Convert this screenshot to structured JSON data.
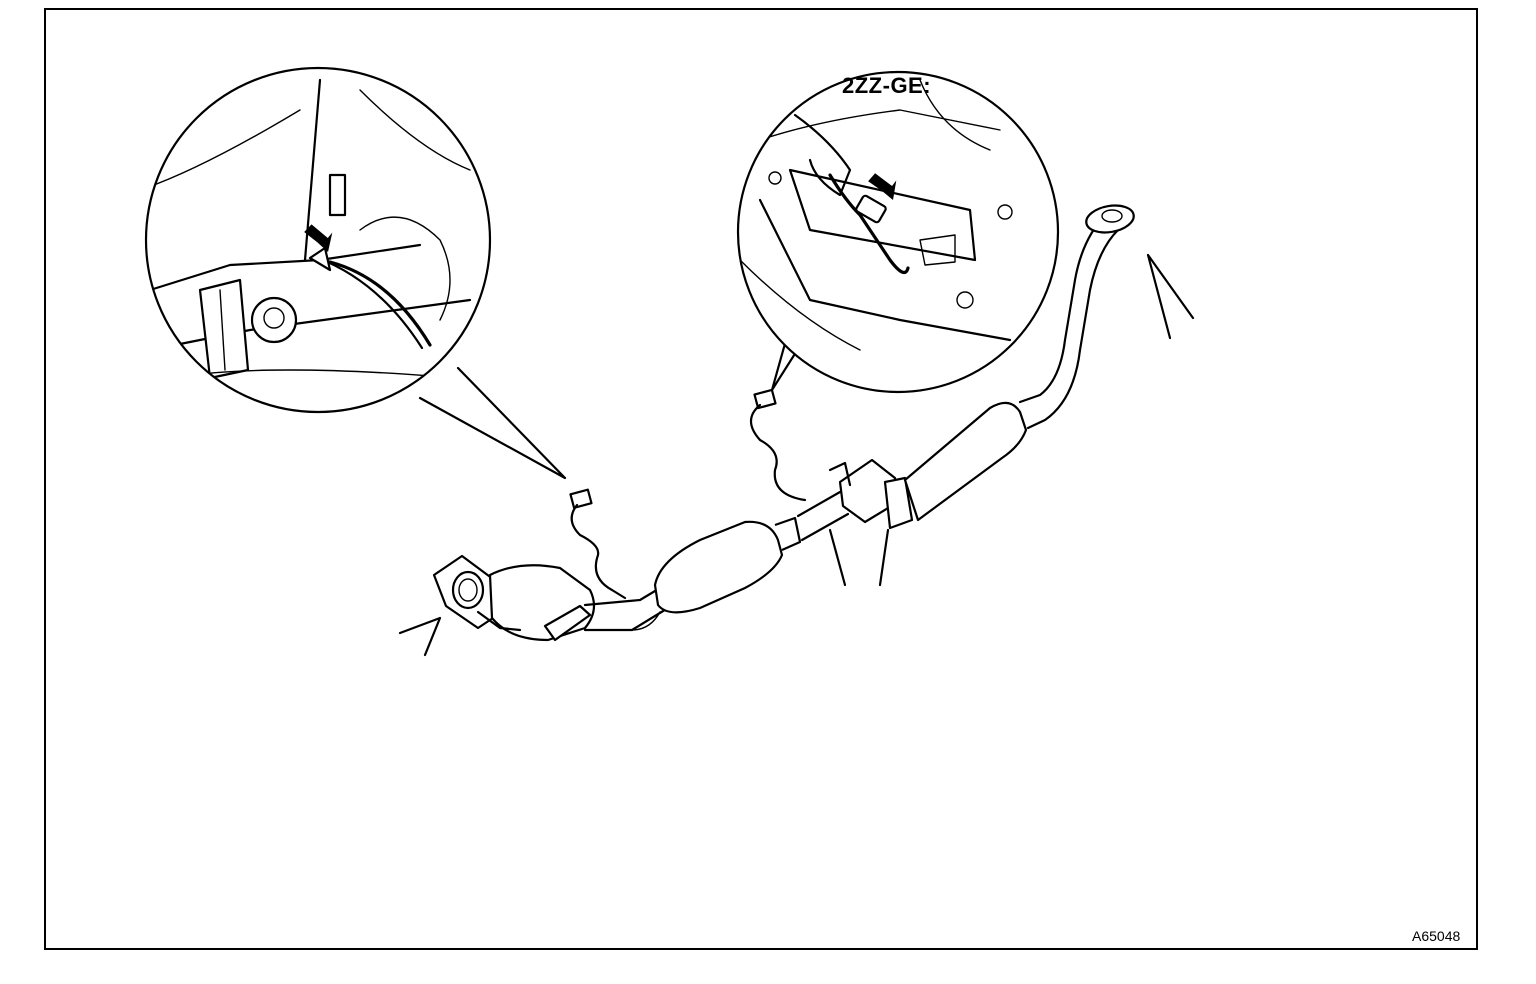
{
  "diagram": {
    "engine_label": "2ZZ-GE:",
    "figure_code": "A65048",
    "icons": [
      "exhaust-pipe-assembly",
      "oxygen-sensor-connector",
      "flange-bolt",
      "pointer-arrow",
      "manual-reference-icon"
    ],
    "colors": {
      "line": "#000000",
      "background": "#ffffff"
    }
  }
}
